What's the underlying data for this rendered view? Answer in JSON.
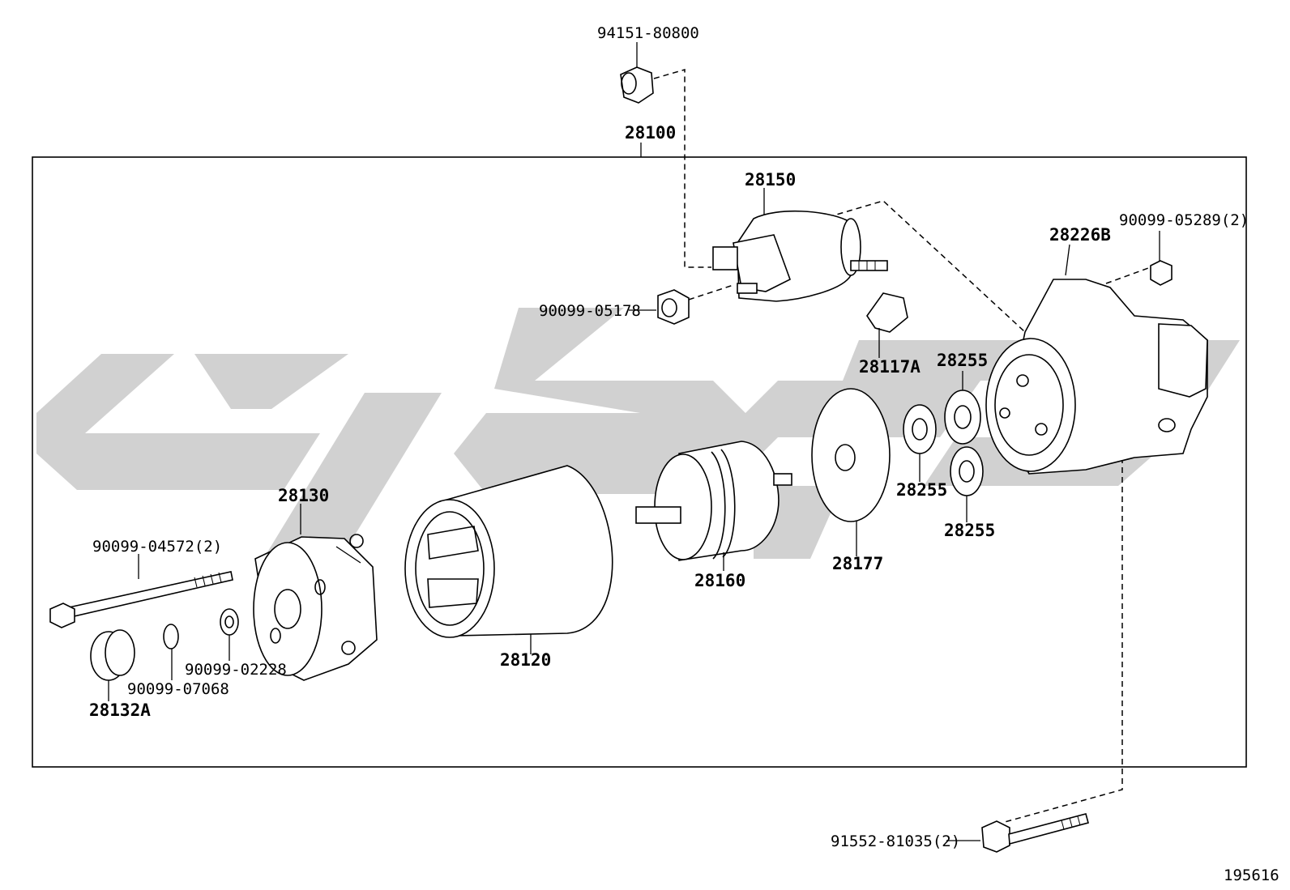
{
  "diagram": {
    "assembly_label": "28100",
    "figure_number": "195616",
    "parts": {
      "p94151_80800": "94151-80800",
      "p28150": "28150",
      "p90099_05178": "90099-05178",
      "p28117A": "28117A",
      "p28226B": "28226B",
      "p90099_05289": "90099-05289(2)",
      "p28255_a": "28255",
      "p28255_b": "28255",
      "p28255_c": "28255",
      "p28130": "28130",
      "p28160": "28160",
      "p28177": "28177",
      "p28120": "28120",
      "p90099_04572": "90099-04572(2)",
      "p90099_02228": "90099-02228",
      "p90099_07068": "90099-07068",
      "p28132A": "28132A",
      "p91552_81035": "91552-81035(2)"
    }
  }
}
